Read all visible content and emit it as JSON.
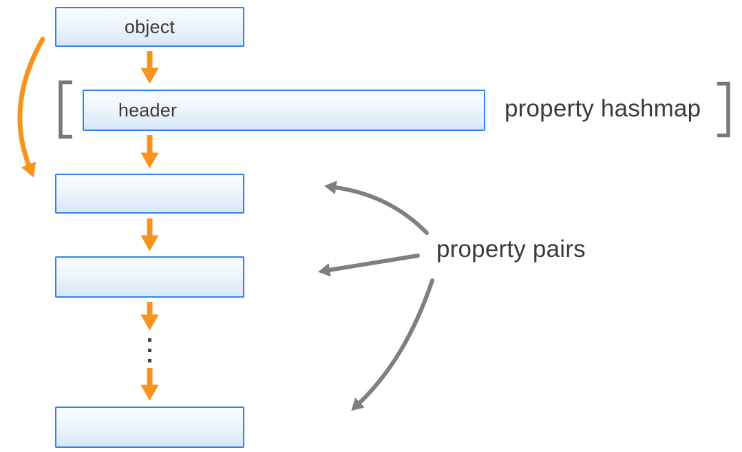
{
  "diagram": {
    "object_box": {
      "label": "object"
    },
    "hashmap": {
      "header_label": "header",
      "caption": "property hashmap",
      "slot_divider_count": 4
    },
    "pairs": {
      "caption": "property pairs",
      "box_count": 3
    },
    "colors": {
      "accent_orange": "#f7941d",
      "box_border_blue": "#3084e6",
      "box_fill_top": "#fafdff",
      "box_fill_bottom": "#d7e7f8",
      "connector_gray": "#7b8084",
      "bracket_gray": "#74797c",
      "text": "#3b3b3b"
    }
  }
}
